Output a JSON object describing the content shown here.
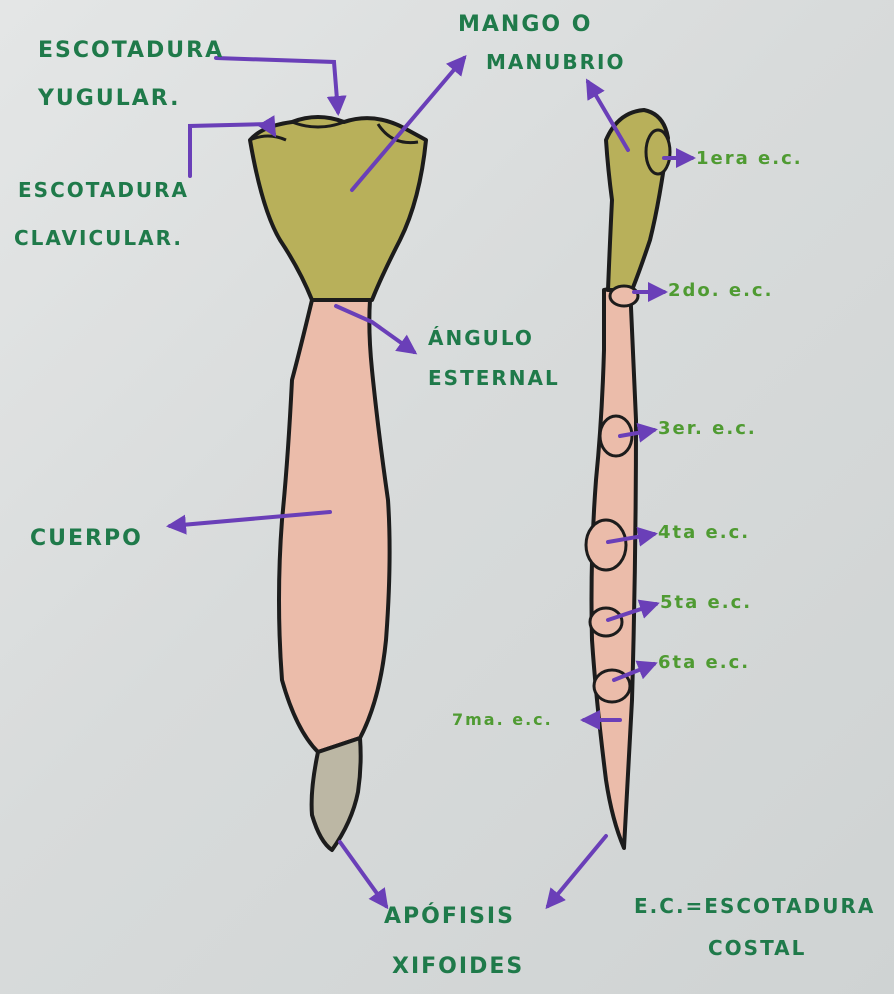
{
  "labels": {
    "escotadura_yugular_1": "ESCOTADURA",
    "escotadura_yugular_2": "YUGULAR.",
    "mango_1": "MANGO O",
    "mango_2": "MANUBRIO",
    "escotadura_clavicular_1": "ESCOTADURA",
    "escotadura_clavicular_2": "CLAVICULAR.",
    "angulo_1": "ÁNGULO",
    "angulo_2": "ESTERNAL",
    "cuerpo": "CUERPO",
    "apofisis_1": "APÓFISIS",
    "apofisis_2": "XIFOIDES",
    "cc_1": "E.C.=ESCOTADURA",
    "cc_2": "COSTAL",
    "ec_1": "1era e.c.",
    "ec_2": "2do. e.c.",
    "ec_3": "3er. e.c.",
    "ec_4": "4ta e.c.",
    "ec_5": "5ta e.c.",
    "ec_6": "6ta e.c.",
    "ec_7": "7ma. e.c."
  },
  "colors": {
    "manubrium": "#b8b05a",
    "body": "#ebbcaa",
    "xiphoid": "#bcb7a4",
    "outline": "#1c1c1c",
    "arrow": "#6a3fb8",
    "label_green": "#1f7a4a",
    "label_lime": "#4f9b32"
  }
}
